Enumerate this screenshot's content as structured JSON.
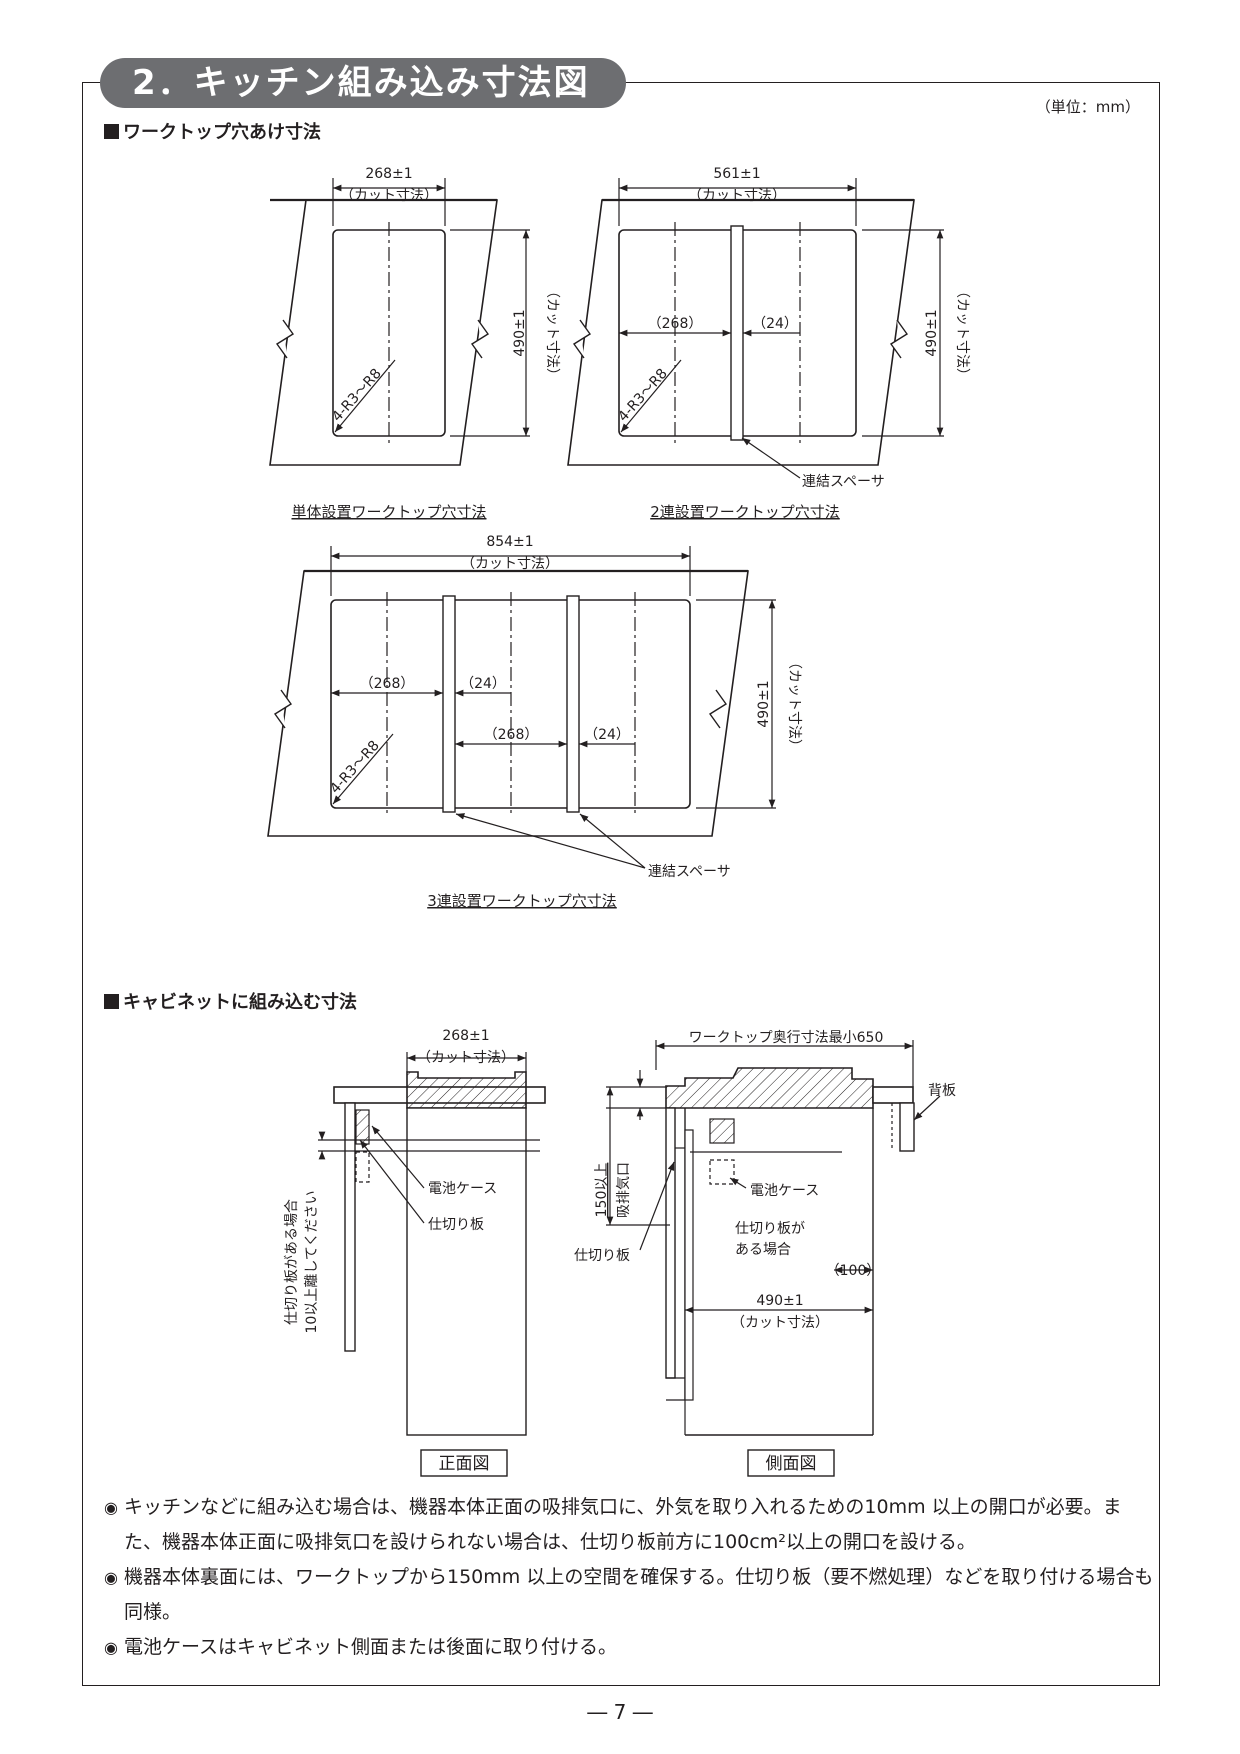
{
  "header": {
    "title": "2．キッチン組み込み寸法図",
    "unit": "（単位：mm）"
  },
  "section1": {
    "heading": "ワークトップ穴あけ寸法",
    "single": {
      "width": "268±1",
      "width_note": "（カット寸法）",
      "height": "490±1",
      "height_note": "（カット寸法）",
      "corner": "4-R3～R8",
      "caption": "単体設置ワークトップ穴寸法"
    },
    "double": {
      "width": "561±1",
      "width_note": "（カット寸法）",
      "height": "490±1",
      "height_note": "（カット寸法）",
      "inner_width": "（268）",
      "spacer_width": "（24）",
      "corner": "4-R3～R8",
      "spacer_label": "連結スペーサ",
      "caption": "2連設置ワークトップ穴寸法"
    },
    "triple": {
      "width": "854±1",
      "width_note": "（カット寸法）",
      "height": "490±1",
      "height_note": "（カット寸法）",
      "inner_width_1": "（268）",
      "spacer_width_1": "（24）",
      "inner_width_2": "（268）",
      "spacer_width_2": "（24）",
      "corner": "4-R3～R8",
      "spacer_label": "連結スペーサ",
      "caption": "3連設置ワークトップ穴寸法"
    }
  },
  "section2": {
    "heading": "キャビネットに組み込む寸法",
    "front": {
      "width": "268±1",
      "width_note": "（カット寸法）",
      "battery": "電池ケース",
      "partition": "仕切り板",
      "vertical_note_1": "仕切り板がある場合",
      "vertical_note_2": "10以上離してください",
      "caption": "正面図"
    },
    "side": {
      "depth": "ワークトップ奥行寸法最小650",
      "back_panel": "背板",
      "clearance": "150以上",
      "vent": "吸排気口",
      "battery": "電池ケース",
      "partition_if_1": "仕切り板が",
      "partition_if_2": "ある場合",
      "partition": "仕切り板",
      "offset": "（100）",
      "cut": "490±1",
      "cut_note": "（カット寸法）",
      "caption": "側面図"
    }
  },
  "notes": [
    {
      "mark": "◉",
      "text": "キッチンなどに組み込む場合は、機器本体正面の吸排気口に、外気を取り入れるための10mm 以上の開口が必要。また、機器本体正面に吸排気口を設けられない場合は、仕切り板前方に100cm²以上の開口を設ける。"
    },
    {
      "mark": "◉",
      "text": "機器本体裏面には、ワークトップから150mm 以上の空間を確保する。仕切り板（要不燃処理）などを取り付ける場合も同様。"
    },
    {
      "mark": "◉",
      "text": "電池ケースはキャビネット側面または後面に取り付ける。"
    }
  ],
  "page": {
    "number": "― 7 ―"
  }
}
